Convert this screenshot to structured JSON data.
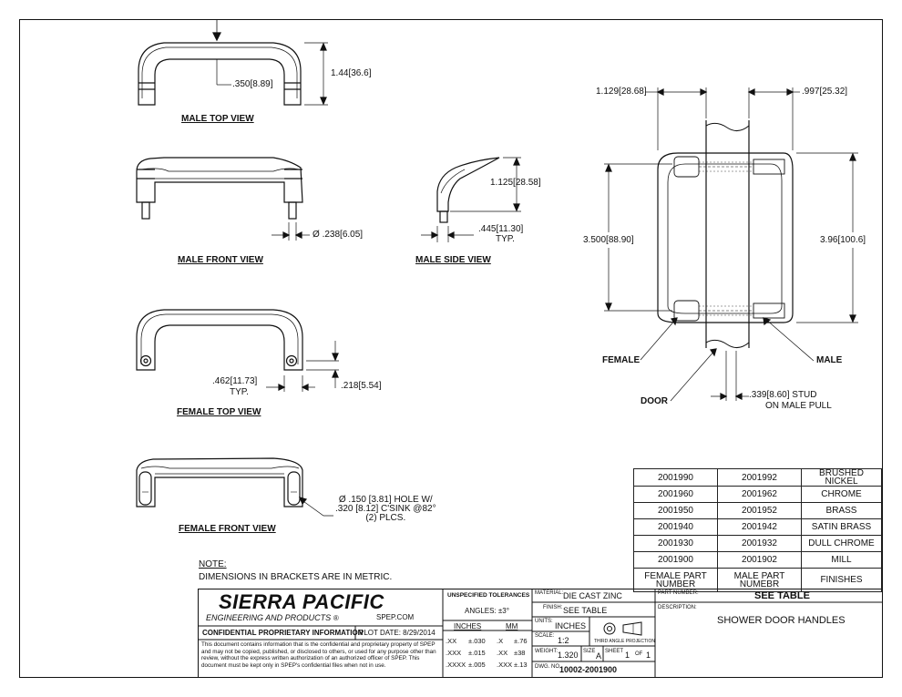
{
  "views": {
    "male_top": "MALE TOP VIEW",
    "male_front": "MALE FRONT VIEW",
    "male_side": "MALE SIDE VIEW",
    "female_top": "FEMALE TOP VIEW",
    "female_front": "FEMALE FRONT VIEW"
  },
  "dims": {
    "d_350": ".350",
    "d_350m": "8.89",
    "d_144": "1.44",
    "d_144m": "36.6",
    "d_238": ".238",
    "d_238m": "6.05",
    "d_1125": "1.125",
    "d_1125m": "28.58",
    "d_445": ".445",
    "d_445m": "11.30",
    "typ": "TYP.",
    "d_462": ".462",
    "d_462m": "11.73",
    "d_218": ".218",
    "d_218m": "5.54",
    "hole_1": ".150 [3.81] HOLE W/",
    "hole_2": ".320 [8.12] C'SINK @82°",
    "hole_3": "(2) PLCS.",
    "d_1129": "1.129",
    "d_1129m": "28.68",
    "d_997": ".997",
    "d_997m": "25.32",
    "d_3500": "3.500",
    "d_3500m": "88.90",
    "d_396": "3.96",
    "d_396m": "100.6",
    "d_339": ".339",
    "d_339m": "8.60",
    "stud": "STUD",
    "stud2": "ON MALE PULL",
    "phi": "Ø"
  },
  "assembly": {
    "female": "FEMALE",
    "male": "MALE",
    "door": "DOOR"
  },
  "note": {
    "title": "NOTE:",
    "text": "DIMENSIONS IN BRACKETS ARE IN METRIC."
  },
  "parts_table": {
    "rows": [
      [
        "2001990",
        "2001992",
        "BRUSHED NICKEL"
      ],
      [
        "2001960",
        "2001962",
        "CHROME"
      ],
      [
        "2001950",
        "2001952",
        "BRASS"
      ],
      [
        "2001940",
        "2001942",
        "SATIN BRASS"
      ],
      [
        "2001930",
        "2001932",
        "DULL CHROME"
      ],
      [
        "2001900",
        "2001902",
        "MILL"
      ]
    ],
    "header": {
      "female_1": "FEMALE PART",
      "female_2": "NUMBER",
      "male_1": "MALE PART",
      "male_2": "NUMEBR",
      "finishes": "FINISHES"
    }
  },
  "title_block": {
    "company": "SIERRA PACIFIC",
    "company_sub": "ENGINEERING AND PRODUCTS",
    "reg": "®",
    "website": "SPEP.COM",
    "confidential": "CONFIDENTIAL PROPRIETARY INFORMATION",
    "plot_date": "PLOT DATE: 8/29/2014",
    "legal": "This document contains information that is the confidential and proprietary property of SPEP and may not be copied, published, or disclosed to others, or used for any purpose other than review, without the express written authorization of an authorized officer of SPEP. This document must be kept only in SPEP's confidential files when not in use.",
    "tolerances_title": "UNSPECIFIED TOLERANCES",
    "angles": "ANGLES: ±3°",
    "inches": "INCHES",
    "mm": "MM",
    "tol_in": [
      [
        ".XX",
        "±.030"
      ],
      [
        ".XXX",
        "±.015"
      ],
      [
        ".XXXX",
        "±.005"
      ]
    ],
    "tol_mm": [
      [
        ".X",
        "±.76"
      ],
      [
        ".XX",
        "±38"
      ],
      [
        ".XXX",
        "±.13"
      ]
    ],
    "material_label": "MATERIAL:",
    "material": "DIE CAST ZINC",
    "finish_label": "FINISH:",
    "finish": "SEE TABLE",
    "units_label": "UNITS:",
    "units": "INCHES",
    "scale_label": "SCALE:",
    "scale": "1:2",
    "projection": "THIRD ANGLE PROJECTION",
    "weight_label": "WEIGHT:",
    "weight": "1.320",
    "size_label": "SIZE",
    "size": "A",
    "sheet_label": "SHEET",
    "sheet": "1",
    "of_label": "OF",
    "of": "1",
    "dwg_label": "DWG. NO.",
    "dwg": "10002-2001900",
    "partnum_label": "PART NUMBER:",
    "partnum": "SEE TABLE",
    "desc_label": "DESCRIPTION:",
    "desc": "SHOWER DOOR HANDLES"
  }
}
